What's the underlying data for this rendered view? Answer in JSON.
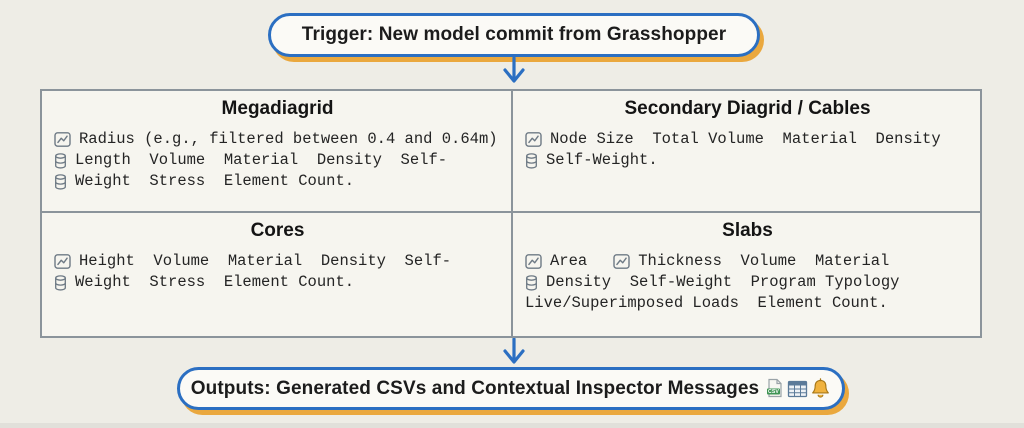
{
  "trigger_pill": {
    "label": "Trigger: New model commit from Grasshopper"
  },
  "outputs_pill": {
    "label": "Outputs: Generated CSVs and Contextual Inspector Messages",
    "icons": [
      "csv-file-icon",
      "spreadsheet-icon",
      "bell-icon"
    ]
  },
  "colors": {
    "page_background": "#eeede6",
    "pill_fill": "#fbfaf6",
    "pill_border_blue": "#2b6fc2",
    "pill_shadow_yellow": "#eaa83e",
    "box_fill": "#f6f5ef",
    "box_border": "#8b949b",
    "arrow_blue": "#2b6fc2",
    "text": "#1c1c1c",
    "icon_gray": "#6e7a85"
  },
  "quadrants": [
    {
      "title": "Megadiagrid",
      "lines": [
        {
          "segments": [
            {
              "icon": "chart-icon",
              "text": "Radius (e.g., filtered between 0.4 and 0.64m)"
            }
          ]
        },
        {
          "segments": [
            {
              "icon": "database-icon",
              "text": "Length  Volume  Material  Density  Self-"
            }
          ]
        },
        {
          "segments": [
            {
              "icon": "database-icon",
              "text": "Weight  Stress  Element Count."
            }
          ]
        }
      ]
    },
    {
      "title": "Secondary Diagrid / Cables",
      "lines": [
        {
          "segments": [
            {
              "icon": "chart-icon",
              "text": "Node Size  Total Volume  Material  Density"
            }
          ]
        },
        {
          "segments": [
            {
              "icon": "database-icon",
              "text": "Self-Weight."
            }
          ]
        }
      ]
    },
    {
      "title": "Cores",
      "lines": [
        {
          "segments": [
            {
              "icon": "chart-icon",
              "text": "Height  Volume  Material  Density  Self-"
            }
          ]
        },
        {
          "segments": [
            {
              "icon": "database-icon",
              "text": "Weight  Stress  Element Count."
            }
          ]
        }
      ]
    },
    {
      "title": "Slabs",
      "lines": [
        {
          "segments": [
            {
              "icon": "chart-icon",
              "text": "Area"
            },
            {
              "icon": "chart-icon",
              "text": "Thickness  Volume  Material"
            }
          ]
        },
        {
          "segments": [
            {
              "icon": "database-icon",
              "text": "Density  Self-Weight  Program Typology"
            }
          ]
        },
        {
          "segments": [
            {
              "icon": null,
              "text": "Live/Superimposed Loads  Element Count."
            }
          ]
        }
      ]
    }
  ]
}
